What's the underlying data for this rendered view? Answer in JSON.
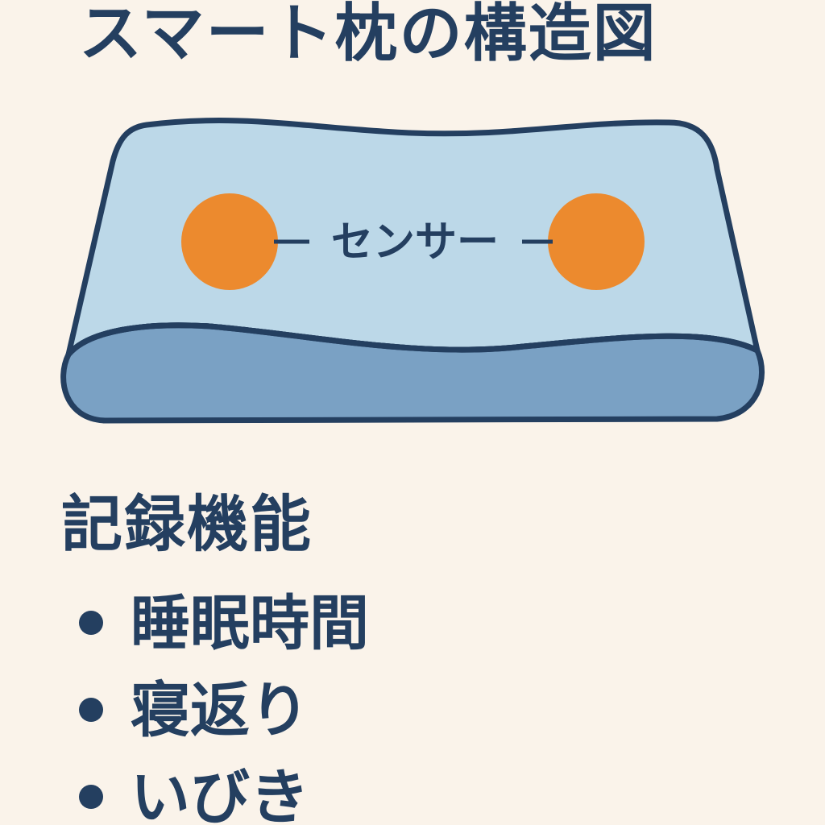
{
  "title": "スマート枕の構造図",
  "diagram": {
    "sensor_label": "センサー",
    "colors": {
      "pillow_top": "#bcd8e8",
      "pillow_front": "#7aa1c4",
      "outline": "#243f60",
      "sensor": "#ec8a2e",
      "background": "#faf3ea"
    }
  },
  "features": {
    "heading": "記録機能",
    "items": [
      "睡眠時間",
      "寝返り",
      "いびき"
    ]
  }
}
